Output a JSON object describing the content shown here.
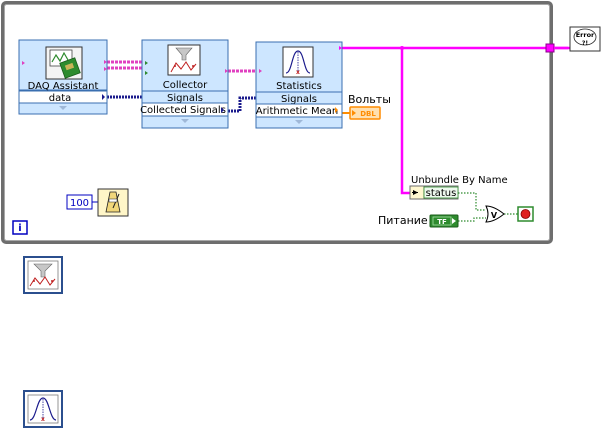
{
  "nodes": {
    "daq": {
      "title": "DAQ Assistant",
      "output": "data"
    },
    "collector": {
      "title": "Collector",
      "input": "Signals",
      "output": "Collected Signals"
    },
    "statistics": {
      "title": "Statistics",
      "input": "Signals",
      "output": "Arithmetic Mean"
    },
    "unbundle": {
      "title": "Unbundle By Name",
      "field": "status"
    },
    "error": {
      "text": "Error"
    }
  },
  "labels": {
    "volts": "Вольты",
    "dbl": "DBL",
    "power": "Питание",
    "tf": "TF",
    "wait_value": "100",
    "loop_iter": "i",
    "or_gate": "V"
  },
  "colors": {
    "dynamic_wire": "#e040c0",
    "cluster_wire": "#ff00ff",
    "double_wire": "#ff8c00",
    "bool_wire": "#2e8b2e",
    "loop_border": "#6e6e6e",
    "node_blue": "#cde6ff"
  },
  "legend": {
    "icons": [
      "collector-icon",
      "statistics-icon"
    ]
  }
}
